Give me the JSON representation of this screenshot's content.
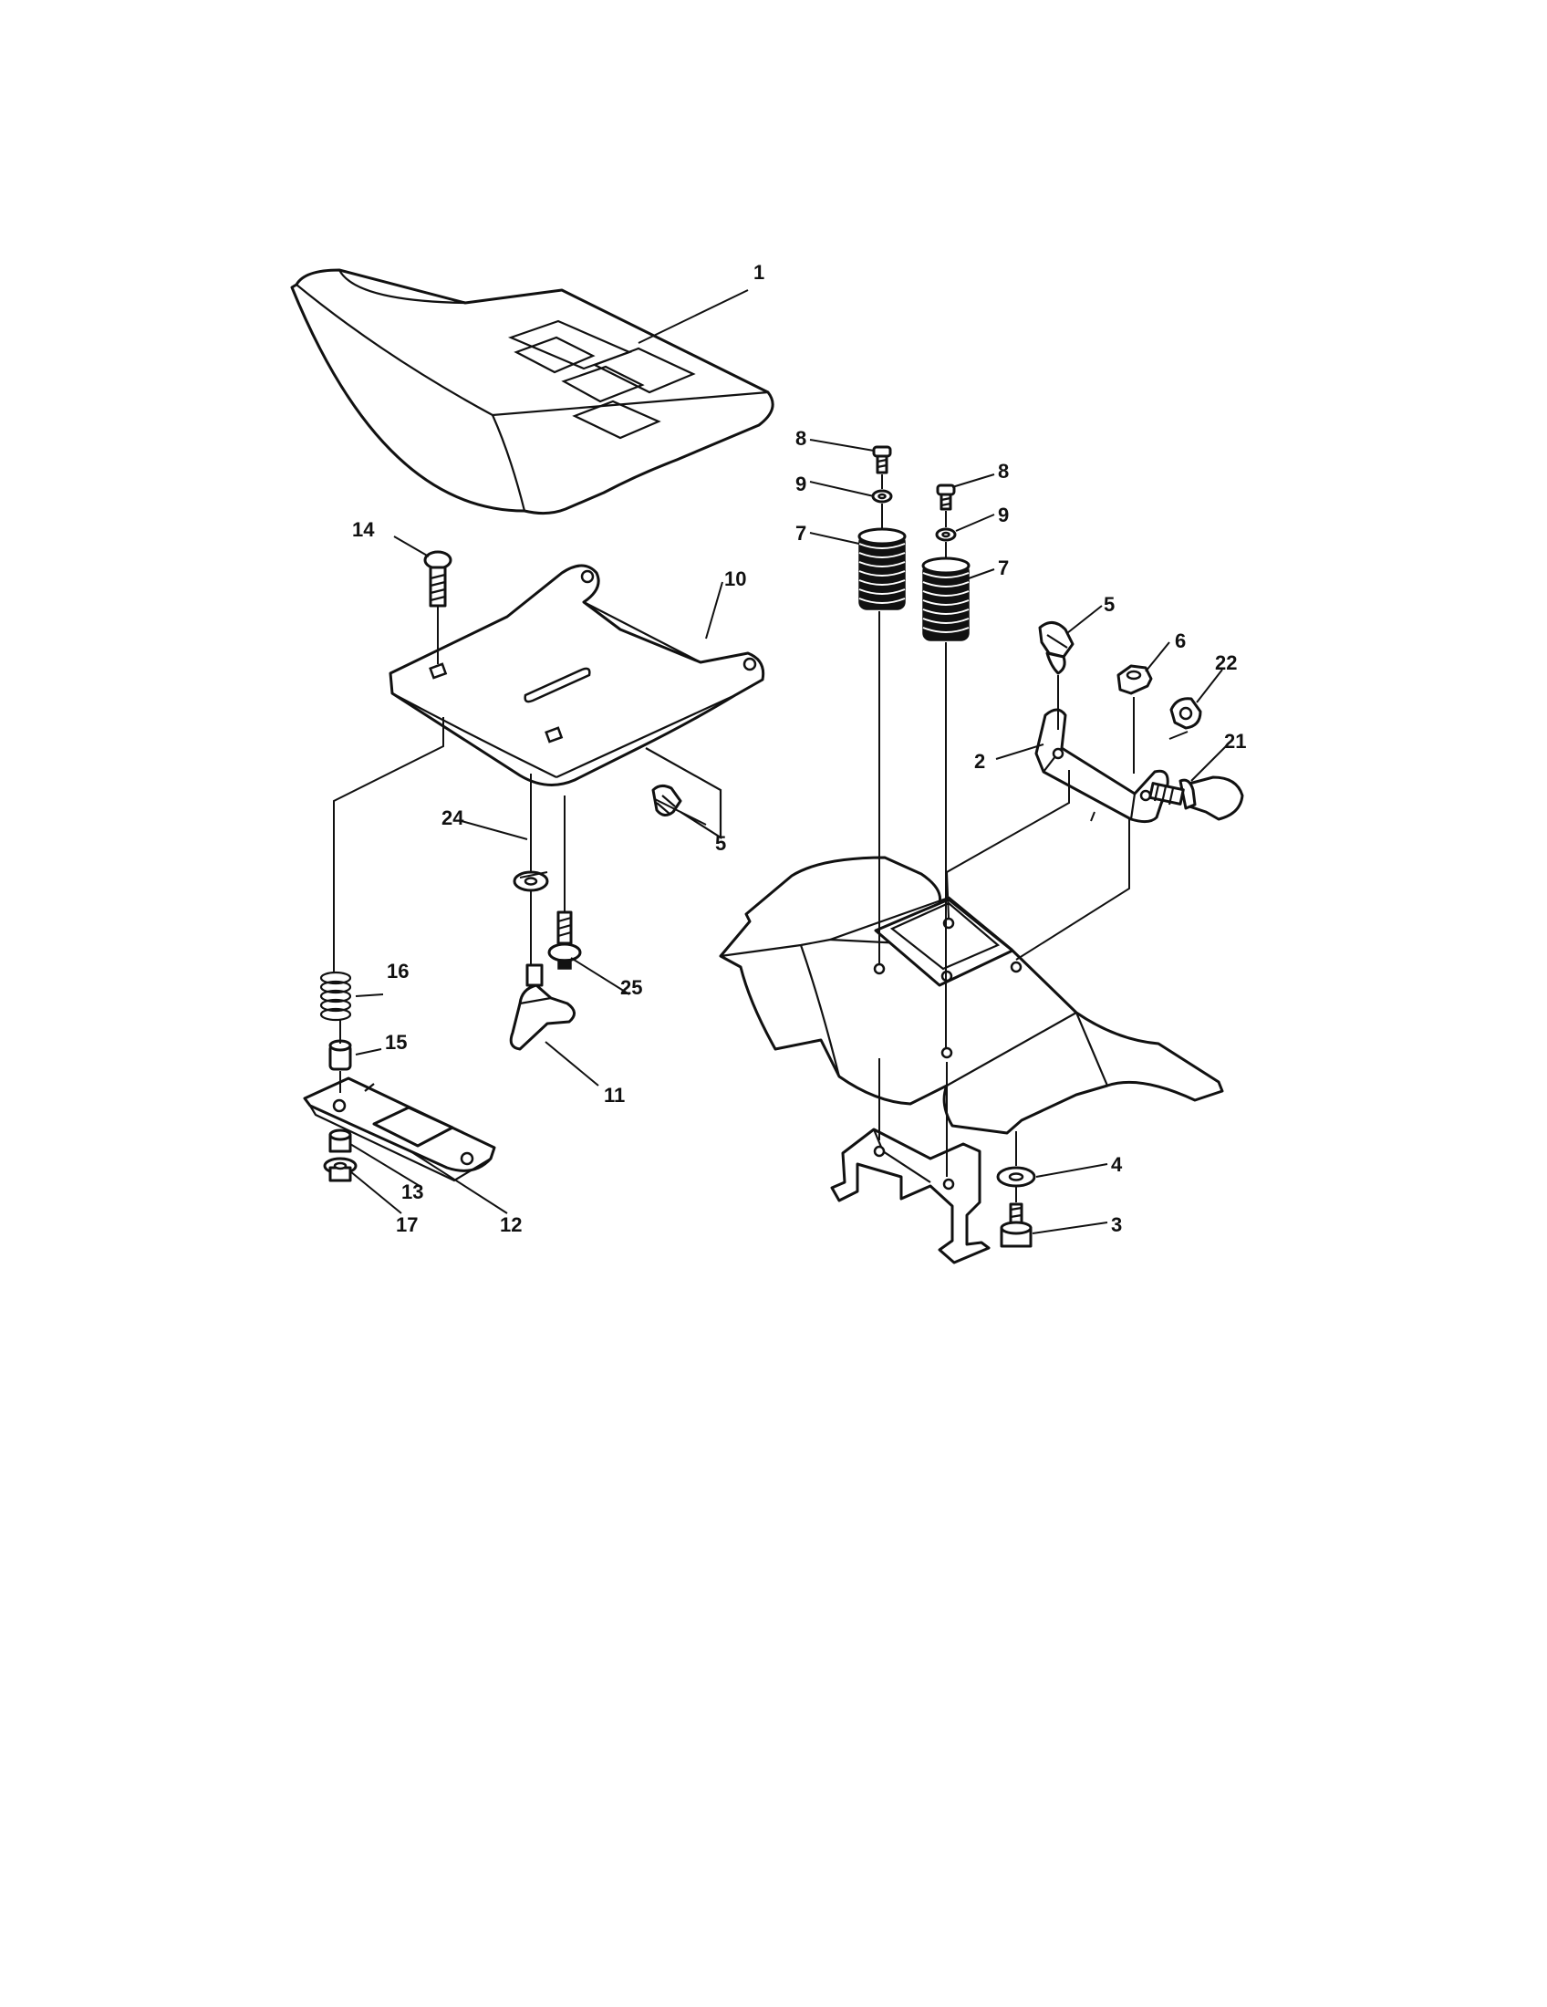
{
  "diagram": {
    "callouts": [
      "1",
      "2",
      "3",
      "4",
      "5",
      "5",
      "6",
      "7",
      "7",
      "8",
      "8",
      "9",
      "9",
      "10",
      "11",
      "12",
      "13",
      "14",
      "15",
      "16",
      "17",
      "21",
      "22",
      "24",
      "25"
    ]
  }
}
